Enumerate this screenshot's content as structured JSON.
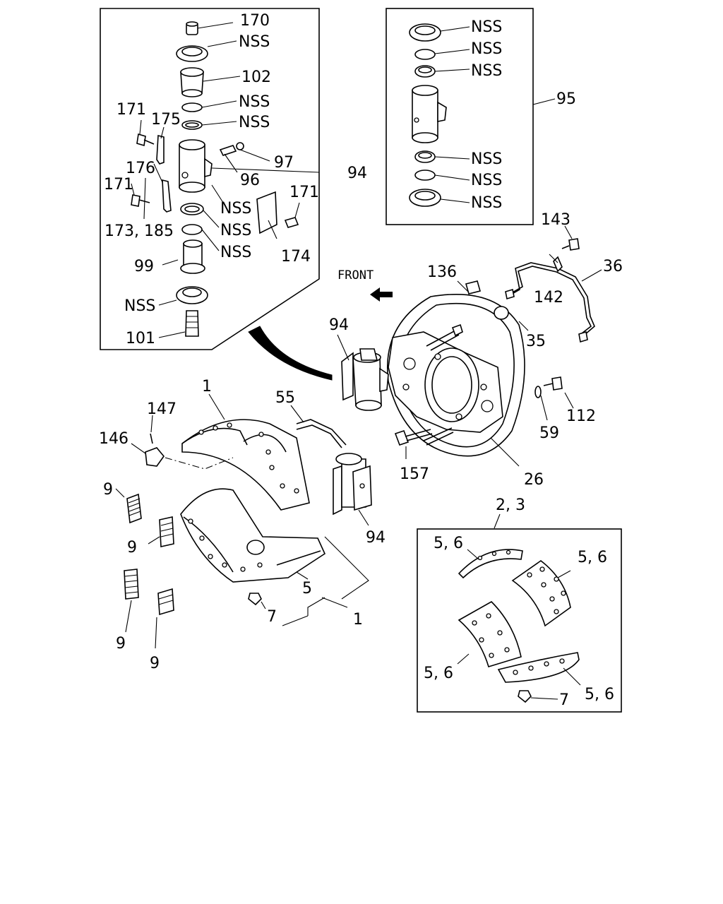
{
  "front_label": "FRONT",
  "callouts": {
    "p170": "170",
    "nss_a1": "NSS",
    "p102": "102",
    "nss_a2": "NSS",
    "nss_a3": "NSS",
    "p171a": "171",
    "p175": "175",
    "p97": "97",
    "p96": "96",
    "p94a": "94",
    "p176": "176",
    "p171b": "171",
    "p171c": "171",
    "nss_a4": "NSS",
    "p173_185": "173, 185",
    "nss_a5": "NSS",
    "nss_a6": "NSS",
    "p174": "174",
    "p99": "99",
    "nss_a7": "NSS",
    "p101": "101",
    "nss_b1": "NSS",
    "nss_b2": "NSS",
    "nss_b3": "NSS",
    "p95": "95",
    "nss_b4": "NSS",
    "nss_b5": "NSS",
    "nss_b6": "NSS",
    "p143": "143",
    "p36": "36",
    "p136": "136",
    "p142": "142",
    "p35": "35",
    "p94b": "94",
    "p112": "112",
    "p59": "59",
    "p1a": "1",
    "p55": "55",
    "p147": "147",
    "p146": "146",
    "p157": "157",
    "p26": "26",
    "p9a": "9",
    "p9b": "9",
    "p94c": "94",
    "p5": "5",
    "p7a": "7",
    "p1b": "1",
    "p9c": "9",
    "p9d": "9",
    "p2_3": "2, 3",
    "p56a": "5, 6",
    "p56b": "5, 6",
    "p56c": "5, 6",
    "p56d": "5, 6",
    "p7b": "7"
  }
}
